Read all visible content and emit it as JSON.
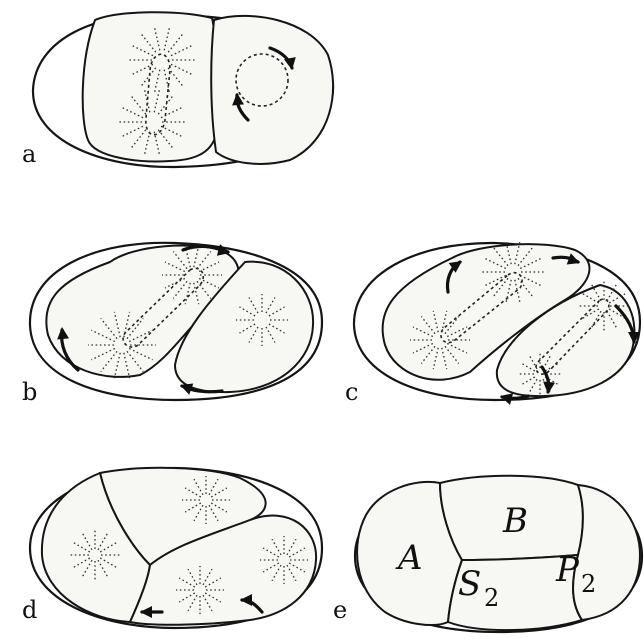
{
  "panels": [
    {
      "letter": "a"
    },
    {
      "letter": "b"
    },
    {
      "letter": "c"
    },
    {
      "letter": "d"
    },
    {
      "letter": "e"
    }
  ],
  "cell_labels": {
    "A": "A",
    "B": "B",
    "P": "P",
    "P_sub": "2",
    "S": "S",
    "S_sub": "2"
  },
  "colors": {
    "ink": "#151515",
    "cell_fill": "#f7f7f3",
    "background": "#ffffff"
  }
}
